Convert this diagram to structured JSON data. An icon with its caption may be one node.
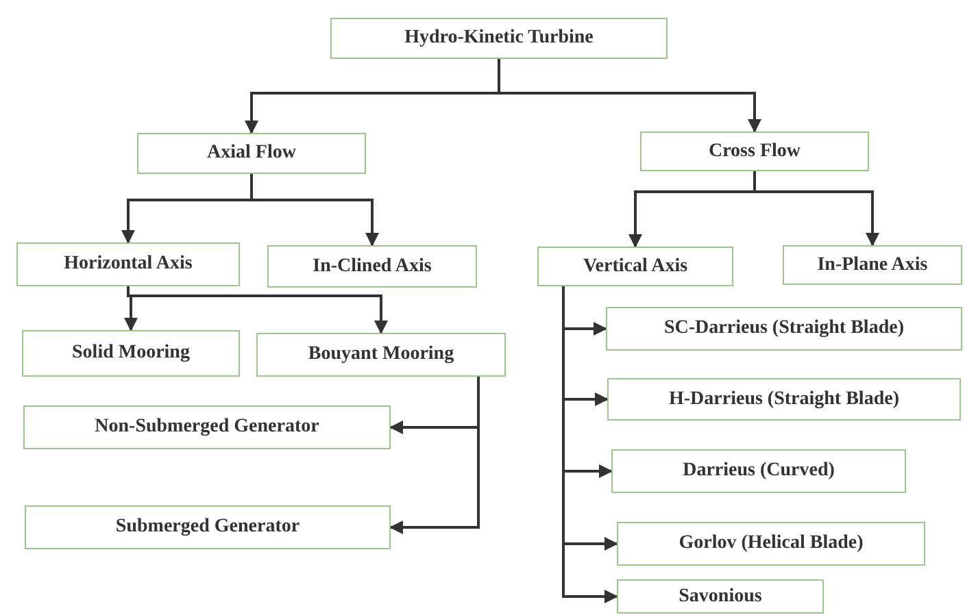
{
  "diagram": {
    "nodes": [
      {
        "text": [
          "Hydro-Kinetic Turbine"
        ]
      },
      {
        "text": [
          "Axial Flow"
        ]
      },
      {
        "text": [
          "Cross Flow"
        ]
      },
      {
        "text": [
          "Horizontal Axis"
        ]
      },
      {
        "text": [
          "In-Clined Axis"
        ]
      },
      {
        "text": [
          "Vertical Axis"
        ]
      },
      {
        "text": [
          "In-Plane Axis"
        ]
      },
      {
        "text": [
          "Solid Mooring"
        ]
      },
      {
        "text": [
          "Bouyant Mooring"
        ]
      },
      {
        "text": [
          "Non-Submerged Generator"
        ]
      },
      {
        "text": [
          "Submerged Generator"
        ]
      },
      {
        "text": [
          "SC-Darrieus (Straight Blade)"
        ]
      },
      {
        "text": [
          "H-Darrieus (Straight Blade)"
        ]
      },
      {
        "text": [
          "Darrieus (Curved)"
        ]
      },
      {
        "text": [
          "Gorlov (Helical Blade)"
        ]
      },
      {
        "text": [
          "Savonious"
        ]
      }
    ],
    "edges": [
      {
        "from": 0,
        "to": 1,
        "arrow": "to"
      },
      {
        "from": 0,
        "to": 2,
        "arrow": "to"
      },
      {
        "from": 1,
        "to": 3,
        "arrow": "to"
      },
      {
        "from": 1,
        "to": 4,
        "arrow": "to"
      },
      {
        "from": 2,
        "to": 5,
        "arrow": "to"
      },
      {
        "from": 2,
        "to": 6,
        "arrow": "to"
      },
      {
        "from": 3,
        "to": 7,
        "arrow": "to"
      },
      {
        "from": 3,
        "to": 8,
        "arrow": "to"
      },
      {
        "from": 8,
        "to": 9,
        "arrow": "to"
      },
      {
        "from": 8,
        "to": 10,
        "arrow": "to"
      },
      {
        "from": 5,
        "to": 11,
        "arrow": "to"
      },
      {
        "from": 5,
        "to": 12,
        "arrow": "to"
      },
      {
        "from": 5,
        "to": 13,
        "arrow": "to"
      },
      {
        "from": 5,
        "to": 14,
        "arrow": "to"
      },
      {
        "from": 5,
        "to": 15,
        "arrow": "to"
      }
    ]
  }
}
